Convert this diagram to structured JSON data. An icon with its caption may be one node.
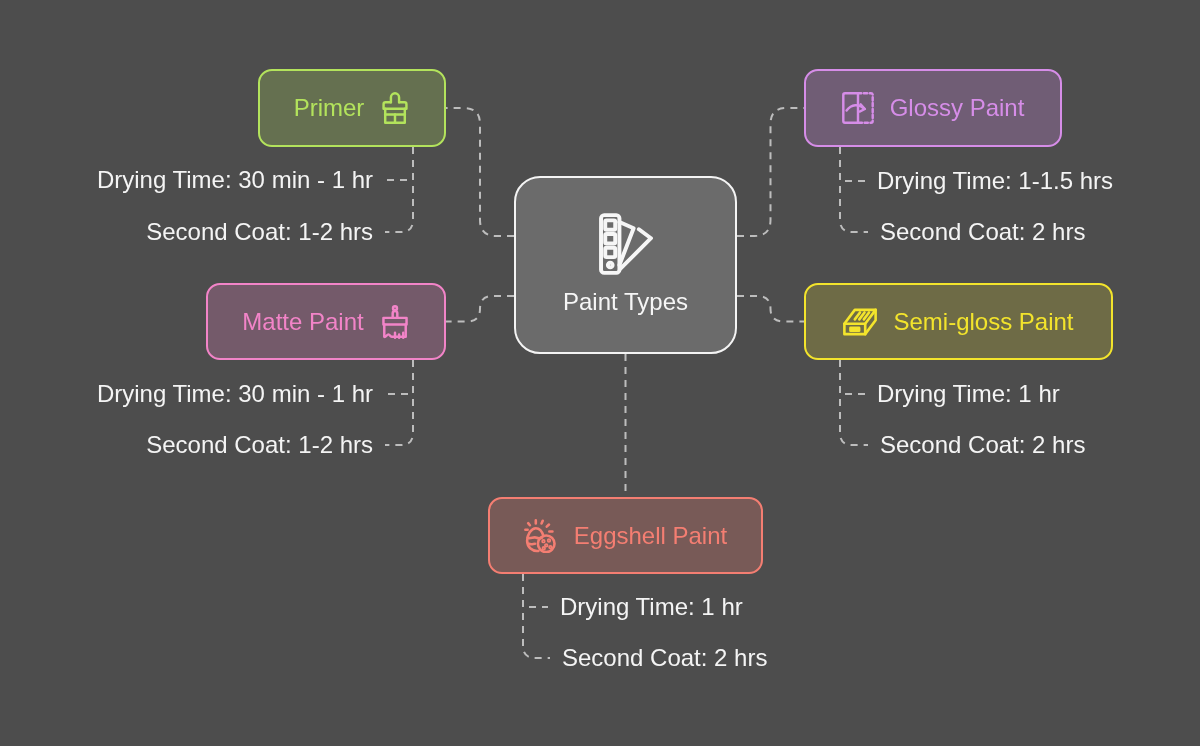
{
  "diagram": {
    "nodes": [
      {
        "text": [
          "Paint Types"
        ]
      },
      {
        "text": [
          "Primer"
        ]
      },
      {
        "text": [
          "Drying Time: 30 min - 1 hr"
        ]
      },
      {
        "text": [
          "Second Coat: 1-2 hrs"
        ]
      },
      {
        "text": [
          "Glossy Paint"
        ]
      },
      {
        "text": [
          "Drying Time: 1-1.5 hrs"
        ]
      },
      {
        "text": [
          "Second Coat: 2 hrs"
        ]
      },
      {
        "text": [
          "Matte Paint"
        ]
      },
      {
        "text": [
          "Drying Time: 30 min - 1 hr"
        ]
      },
      {
        "text": [
          "Second Coat: 1-2 hrs"
        ]
      },
      {
        "text": [
          "Semi-gloss Paint"
        ]
      },
      {
        "text": [
          "Drying Time: 1 hr"
        ]
      },
      {
        "text": [
          "Second Coat: 2 hrs"
        ]
      },
      {
        "text": [
          "Eggshell Paint"
        ]
      },
      {
        "text": [
          "Drying Time: 1 hr"
        ]
      },
      {
        "text": [
          "Second Coat: 2 hrs"
        ]
      }
    ],
    "edges": [
      {
        "from": 0,
        "to": 1,
        "arrow": "none",
        "style": "dashed"
      },
      {
        "from": 0,
        "to": 4,
        "arrow": "none",
        "style": "dashed"
      },
      {
        "from": 0,
        "to": 7,
        "arrow": "none",
        "style": "dashed"
      },
      {
        "from": 0,
        "to": 10,
        "arrow": "none",
        "style": "dashed"
      },
      {
        "from": 0,
        "to": 13,
        "arrow": "none",
        "style": "dashed"
      },
      {
        "from": 1,
        "to": 2,
        "arrow": "none",
        "style": "dashed"
      },
      {
        "from": 1,
        "to": 3,
        "arrow": "none",
        "style": "dashed"
      },
      {
        "from": 4,
        "to": 5,
        "arrow": "none",
        "style": "dashed"
      },
      {
        "from": 4,
        "to": 6,
        "arrow": "none",
        "style": "dashed"
      },
      {
        "from": 7,
        "to": 8,
        "arrow": "none",
        "style": "dashed"
      },
      {
        "from": 7,
        "to": 9,
        "arrow": "none",
        "style": "dashed"
      },
      {
        "from": 10,
        "to": 11,
        "arrow": "none",
        "style": "dashed"
      },
      {
        "from": 10,
        "to": 12,
        "arrow": "none",
        "style": "dashed"
      },
      {
        "from": 13,
        "to": 14,
        "arrow": "none",
        "style": "dashed"
      },
      {
        "from": 13,
        "to": 15,
        "arrow": "none",
        "style": "dashed"
      }
    ]
  }
}
